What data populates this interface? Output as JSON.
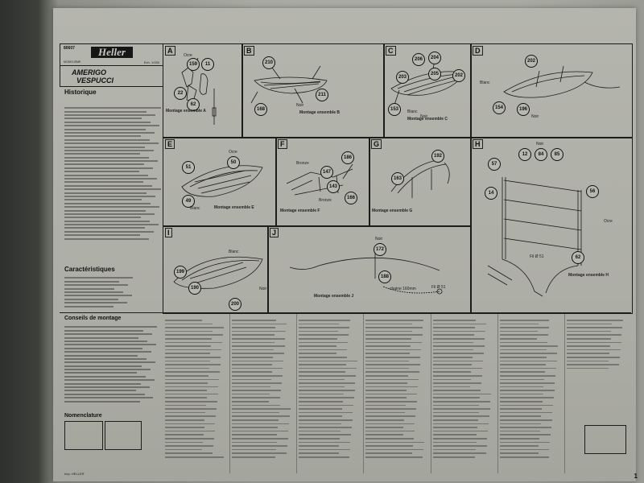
{
  "brand": {
    "logo": "Heller",
    "ref": "80607",
    "sub": "MODELISME",
    "scale": "Ech. 1/150"
  },
  "ship": {
    "name_line1": "AMERIGO",
    "name_line2": "VESPUCCI"
  },
  "sections": {
    "historique": "Historique",
    "caracteristiques": "Caractéristiques",
    "conseils": "Conseils de montage",
    "nomenclature": "Nomenclature"
  },
  "steps": [
    {
      "letter": "A",
      "caption": "Montage ensemble A"
    },
    {
      "letter": "B",
      "caption": "Montage ensemble B"
    },
    {
      "letter": "C",
      "caption": "Montage ensemble C"
    },
    {
      "letter": "D",
      "caption": ""
    },
    {
      "letter": "E",
      "caption": "Montage ensemble E"
    },
    {
      "letter": "F",
      "caption": "Montage ensemble F"
    },
    {
      "letter": "G",
      "caption": "Montage ensemble G"
    },
    {
      "letter": "H",
      "caption": "Montage ensemble H"
    },
    {
      "letter": "I",
      "caption": ""
    },
    {
      "letter": "J",
      "caption": "Montage ensemble J"
    }
  ],
  "parts": {
    "a": [
      "159",
      "11",
      "62",
      "22"
    ],
    "b": [
      "210",
      "211",
      "168"
    ],
    "c": [
      "206",
      "204",
      "205",
      "202",
      "203",
      "153"
    ],
    "d": [
      "202",
      "154",
      "196"
    ],
    "e": [
      "51",
      "50",
      "49"
    ],
    "f": [
      "186",
      "147",
      "143",
      "166"
    ],
    "g": [
      "192",
      "163"
    ],
    "h": [
      "12",
      "84",
      "85",
      "57",
      "14",
      "56",
      "62"
    ],
    "i": [
      "199",
      "190",
      "200"
    ],
    "j": [
      "172",
      "188"
    ]
  },
  "words": {
    "ocre": "Ocre",
    "blanc": "Blanc",
    "noir": "Noir",
    "bronze": "Bronze",
    "chaine": "chaine 160mm",
    "fil": "Fil Ø 51"
  },
  "page_number": "1",
  "footer_brand": "Imp. HELLER"
}
